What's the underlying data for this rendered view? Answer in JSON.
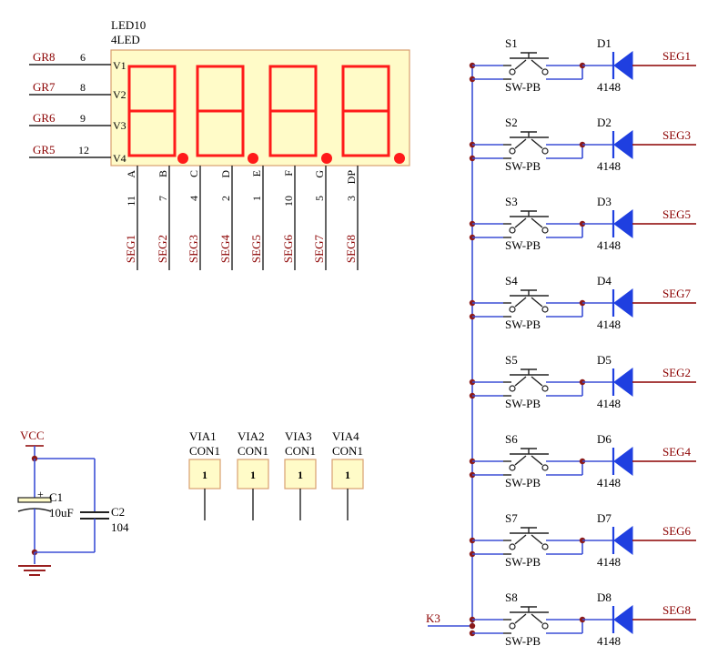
{
  "display": {
    "ref": "LED10",
    "value": "4LED",
    "digit_pins": [
      {
        "net": "GR8",
        "num": "6",
        "pin": "V1"
      },
      {
        "net": "GR7",
        "num": "8",
        "pin": "V2"
      },
      {
        "net": "GR6",
        "num": "9",
        "pin": "V3"
      },
      {
        "net": "GR5",
        "num": "12",
        "pin": "V4"
      }
    ],
    "segment_pins": [
      {
        "seg": "A",
        "num": "11",
        "net": "SEG1"
      },
      {
        "seg": "B",
        "num": "7",
        "net": "SEG2"
      },
      {
        "seg": "C",
        "num": "4",
        "net": "SEG3"
      },
      {
        "seg": "D",
        "num": "2",
        "net": "SEG4"
      },
      {
        "seg": "E",
        "num": "1",
        "net": "SEG5"
      },
      {
        "seg": "F",
        "num": "10",
        "net": "SEG6"
      },
      {
        "seg": "G",
        "num": "5",
        "net": "SEG7"
      },
      {
        "seg": "DP",
        "num": "3",
        "net": "SEG8"
      }
    ]
  },
  "power": {
    "vcc": "VCC",
    "c1_ref": "C1",
    "c1_value": "10uF",
    "c2_ref": "C2",
    "c2_value": "104"
  },
  "vias": [
    {
      "ref": "VIA1",
      "type": "CON1",
      "pin": "1"
    },
    {
      "ref": "VIA2",
      "type": "CON1",
      "pin": "1"
    },
    {
      "ref": "VIA3",
      "type": "CON1",
      "pin": "1"
    },
    {
      "ref": "VIA4",
      "type": "CON1",
      "pin": "1"
    }
  ],
  "switches": [
    {
      "sw": "S1",
      "sw_type": "SW-PB",
      "diode": "D1",
      "diode_part": "4148",
      "net": "SEG1"
    },
    {
      "sw": "S2",
      "sw_type": "SW-PB",
      "diode": "D2",
      "diode_part": "4148",
      "net": "SEG3"
    },
    {
      "sw": "S3",
      "sw_type": "SW-PB",
      "diode": "D3",
      "diode_part": "4148",
      "net": "SEG5"
    },
    {
      "sw": "S4",
      "sw_type": "SW-PB",
      "diode": "D4",
      "diode_part": "4148",
      "net": "SEG7"
    },
    {
      "sw": "S5",
      "sw_type": "SW-PB",
      "diode": "D5",
      "diode_part": "4148",
      "net": "SEG2"
    },
    {
      "sw": "S6",
      "sw_type": "SW-PB",
      "diode": "D6",
      "diode_part": "4148",
      "net": "SEG4"
    },
    {
      "sw": "S7",
      "sw_type": "SW-PB",
      "diode": "D7",
      "diode_part": "4148",
      "net": "SEG6"
    },
    {
      "sw": "S8",
      "sw_type": "SW-PB",
      "diode": "D8",
      "diode_part": "4148",
      "net": "SEG8"
    }
  ],
  "common_net": "K3",
  "colors": {
    "wire": "#3b4fd6",
    "net_label": "#8b0000",
    "segment": "#ff1a1a",
    "display_body": "#fffbc8",
    "component_body": "#fffbc8"
  }
}
